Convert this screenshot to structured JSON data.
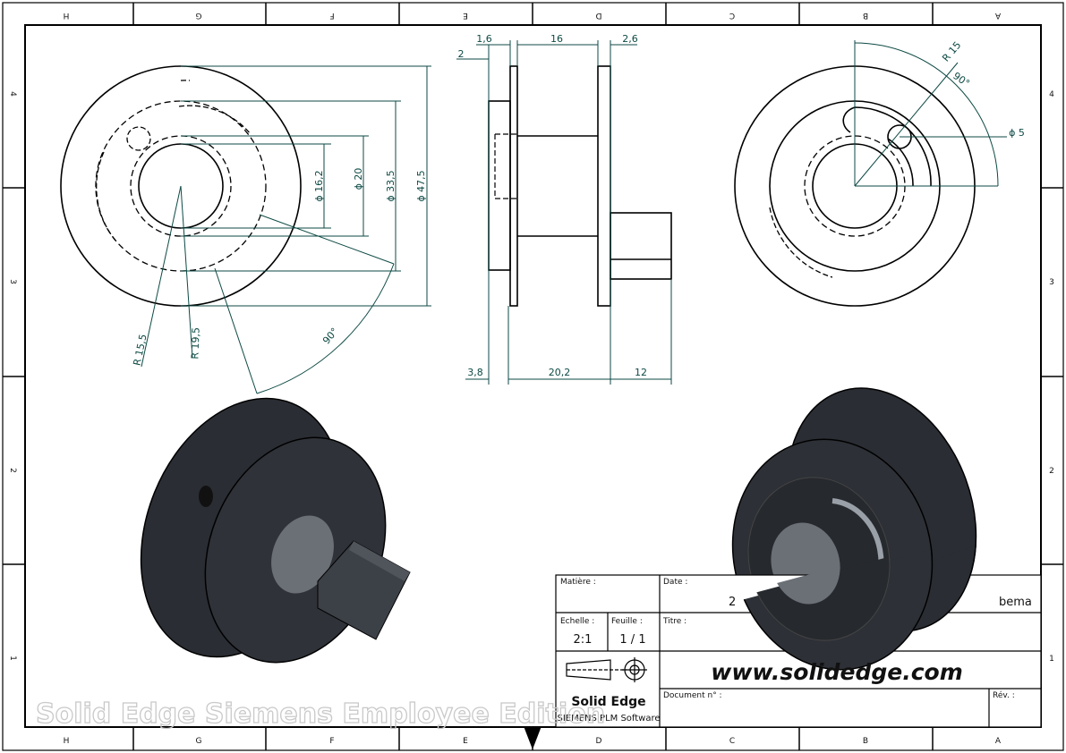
{
  "zones": {
    "columns": [
      "H",
      "G",
      "F",
      "E",
      "D",
      "C",
      "B",
      "A"
    ],
    "rows": [
      "4",
      "3",
      "2",
      "1"
    ]
  },
  "dimensions": {
    "top_1_6": "1,6",
    "top_16": "16",
    "top_2_6": "2,6",
    "top_2": "2",
    "dia_16_2": "ϕ 16,2",
    "dia_20": "ϕ 20",
    "dia_33_5": "ϕ 33,5",
    "dia_47_5": "ϕ 47,5",
    "r_15_5": "R 15,5",
    "r_19_5": "R 19,5",
    "angle_left": "90°",
    "bottom_3_8": "3,8",
    "bottom_20_2": "20,2",
    "bottom_12": "12",
    "r_15": "R 15",
    "angle_right": "90°",
    "dia_5": "ϕ 5"
  },
  "title_block": {
    "material_label": "Matière :",
    "date_label": "Date :",
    "date_value_partial": "2",
    "author_partial": "bema",
    "scale_label": "Echelle :",
    "scale_value": "2:1",
    "sheet_label": "Feuille :",
    "sheet_value": "1 / 1",
    "title_label": "Titre :",
    "url": "www.solidedge.com",
    "brand": "Solid Edge",
    "brand_sub": "SIEMENS PLM Software",
    "document_label": "Document n° :",
    "revision_label": "Rév. :"
  },
  "watermark": "Solid Edge Siemens Employee Edition"
}
